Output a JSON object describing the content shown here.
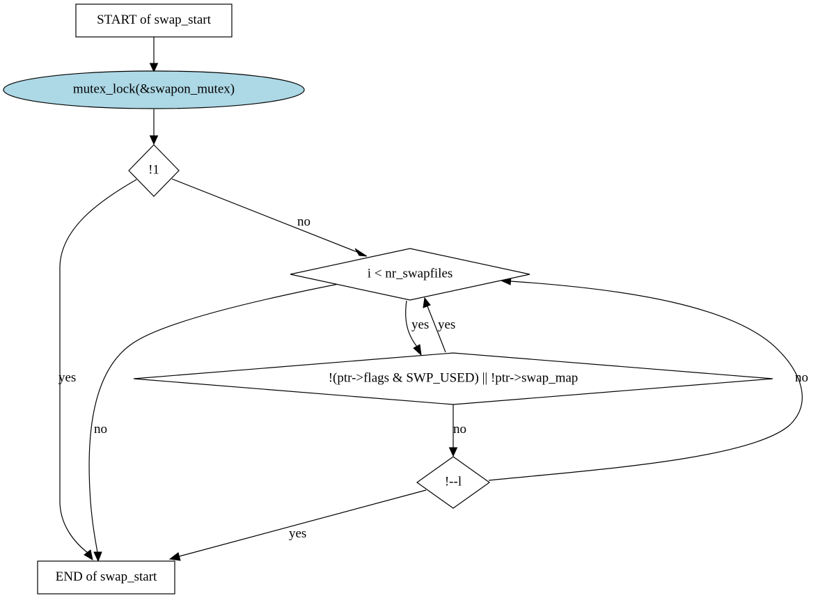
{
  "nodes": {
    "start": {
      "label": "START of swap_start",
      "shape": "box"
    },
    "mutex_lock": {
      "label": "mutex_lock(&swapon_mutex)",
      "shape": "ellipse",
      "fill": "#add8e6"
    },
    "cond_not1": {
      "label": "!1",
      "shape": "diamond"
    },
    "loop_cond": {
      "label": "i < nr_swapfiles",
      "shape": "diamond"
    },
    "flags_check": {
      "label": "!(ptr->flags & SWP_USED) || !ptr->swap_map",
      "shape": "diamond"
    },
    "dec_check": {
      "label": "!--l",
      "shape": "diamond"
    },
    "end": {
      "label": "END of swap_start",
      "shape": "box"
    }
  },
  "edges": {
    "start_to_mutex": {
      "from": "start",
      "to": "mutex_lock",
      "label": ""
    },
    "mutex_to_cond": {
      "from": "mutex_lock",
      "to": "cond_not1",
      "label": ""
    },
    "cond_yes_end": {
      "from": "cond_not1",
      "to": "end",
      "label": "yes"
    },
    "cond_no_loop": {
      "from": "cond_not1",
      "to": "loop_cond",
      "label": "no"
    },
    "loop_no_end": {
      "from": "loop_cond",
      "to": "end",
      "label": "no"
    },
    "loop_yes_flags": {
      "from": "loop_cond",
      "to": "flags_check",
      "label": "yes"
    },
    "flags_yes_loop": {
      "from": "flags_check",
      "to": "loop_cond",
      "label": "yes"
    },
    "flags_no_dec": {
      "from": "flags_check",
      "to": "dec_check",
      "label": "no"
    },
    "dec_yes_end": {
      "from": "dec_check",
      "to": "end",
      "label": "yes"
    },
    "dec_no_loop": {
      "from": "dec_check",
      "to": "loop_cond",
      "label": "no"
    }
  }
}
